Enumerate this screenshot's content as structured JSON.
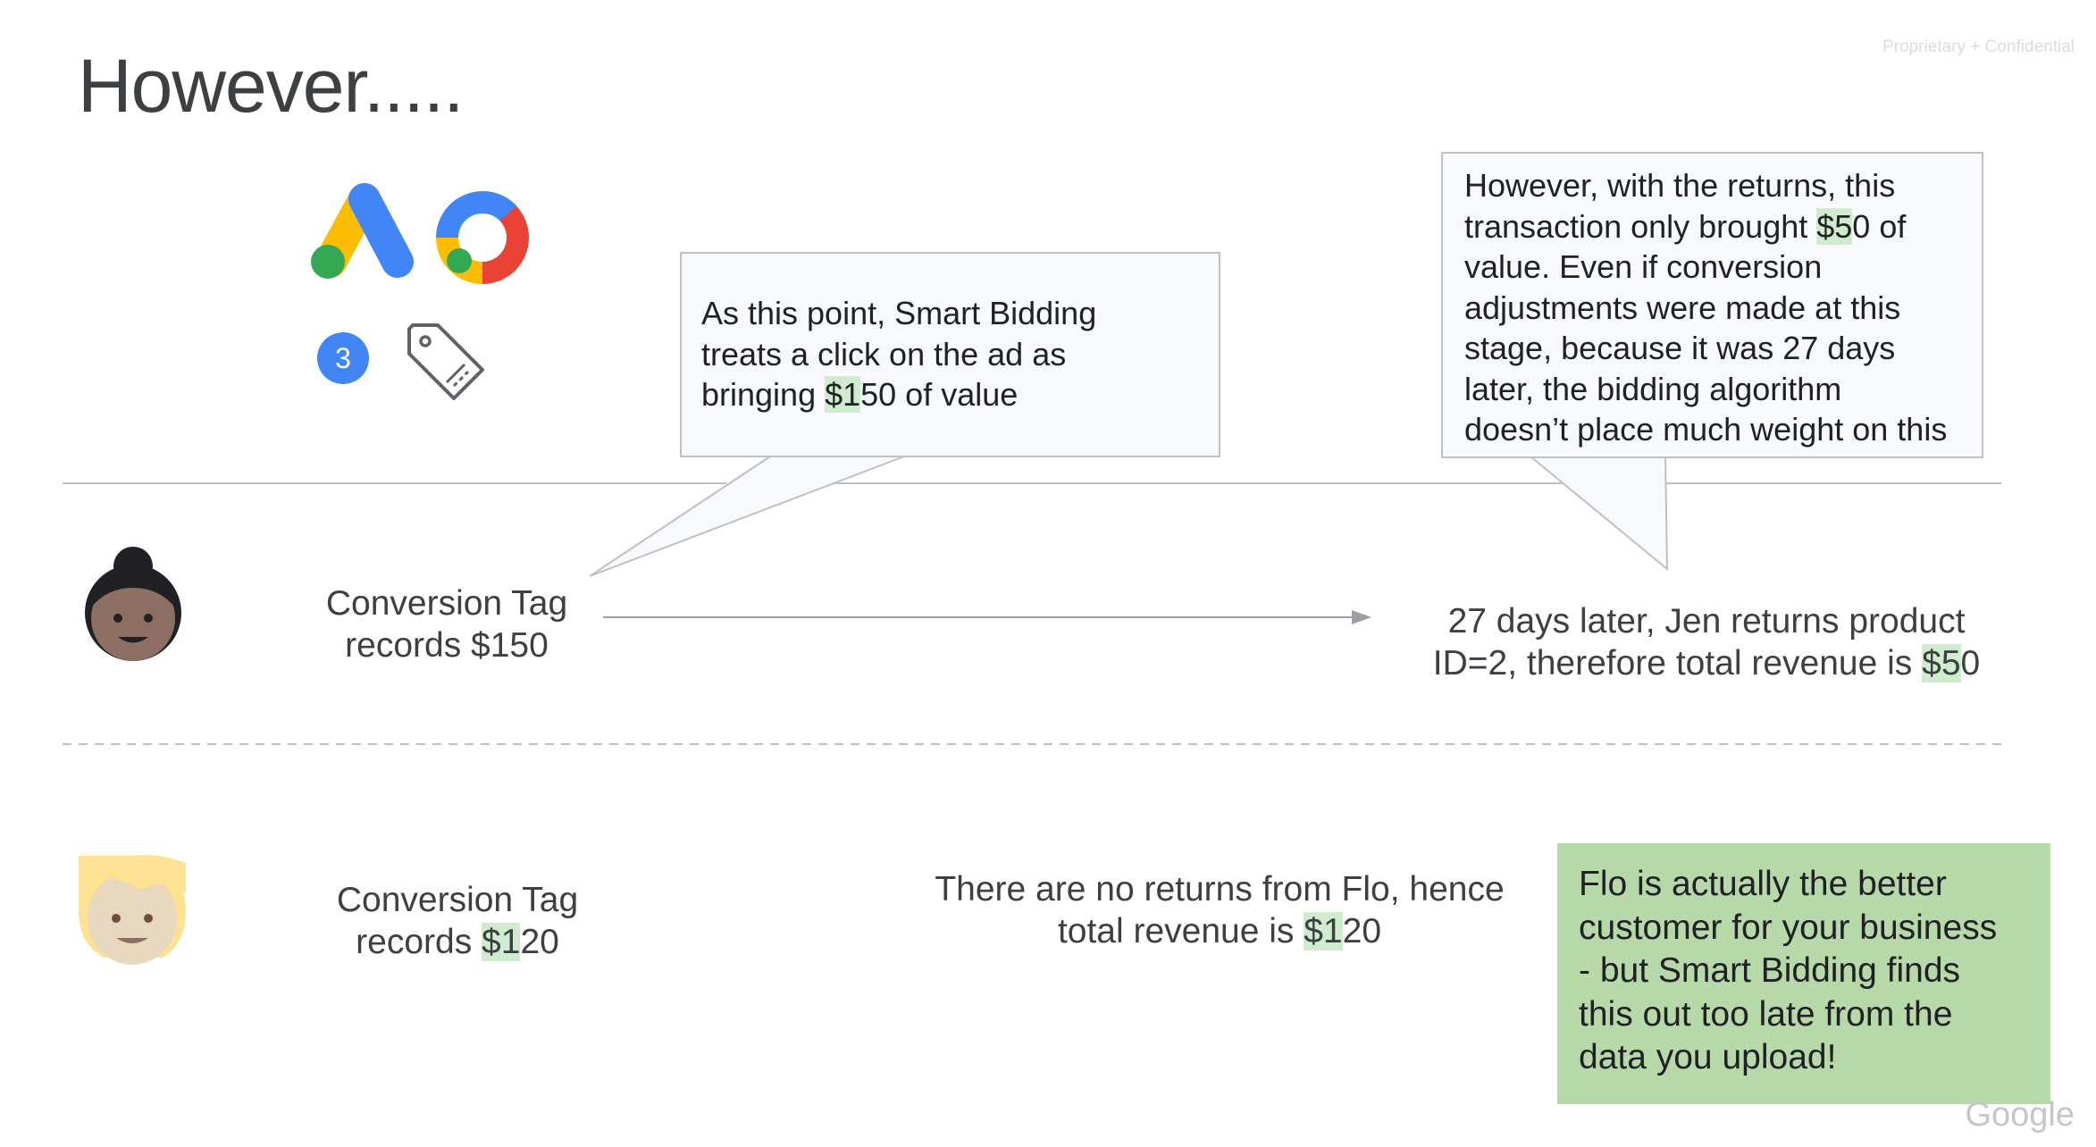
{
  "slide": {
    "title": "However.....",
    "confidential": "Proprietary + Confidential",
    "brand": "Google"
  },
  "logos": {
    "ads_icon": "google-ads-logo-icon",
    "analytics_icon": "google-marketing-ring-logo-icon",
    "step_badge": "3",
    "tag_icon": "tag-icon"
  },
  "callouts": {
    "smart_bidding": {
      "line1": "As this point, Smart Bidding",
      "line2": "treats a click on the ad as",
      "line3_pre": "bringing ",
      "line3_hl": "$1",
      "line3_post": "50 of value"
    },
    "returns": {
      "line1": "However, with the returns, this",
      "line2_pre": "transaction only brought ",
      "line2_hl": "$5",
      "line2_post": "0 of",
      "line3": "value. Even if conversion",
      "line4": "adjustments were made at this",
      "line5": "stage, because it was 27 days",
      "line6": "later, the bidding algorithm",
      "line7": "doesn’t place much weight on this"
    }
  },
  "jen_row": {
    "avatar_icon": "person-avatar-dark-hair-icon",
    "tag_line1": "Conversion Tag",
    "tag_line2": "records $150",
    "result_line1": "27 days later, Jen returns product",
    "result_line2_pre": "ID=2, therefore total revenue is ",
    "result_line2_hl": "$5",
    "result_line2_post": "0"
  },
  "flo_row": {
    "avatar_icon": "person-avatar-blond-hair-icon",
    "tag_line1": "Conversion Tag",
    "tag_line2_pre": "records ",
    "tag_line2_hl": "$1",
    "tag_line2_post": "20",
    "result_line1": "There are no returns from Flo, hence",
    "result_line2_pre": "total revenue is ",
    "result_line2_hl": "$1",
    "result_line2_post": "20"
  },
  "conclusion": {
    "line1": "Flo is actually the better",
    "line2": "customer for your business",
    "line3": "- but Smart Bidding finds",
    "line4": "this out too late from the",
    "line5": "data you upload!"
  },
  "colors": {
    "highlight": "#cfeccf",
    "note_bg": "#b7d8a8",
    "callout_bg": "#f8f9fa",
    "ads_blue": "#4285f4",
    "ads_yellow": "#fbbc04",
    "ads_green": "#34a853",
    "red": "#ea4335"
  }
}
